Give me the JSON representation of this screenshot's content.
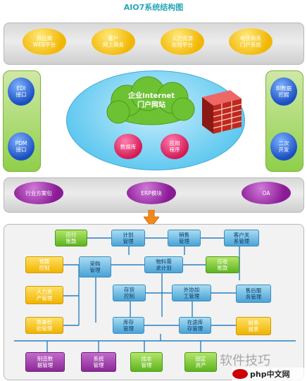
{
  "title": "AIO7系统结构图",
  "top_bubbles": [
    "供应商\nWEB平台",
    "客户\n网上商务",
    "人力资源\n在线平台",
    "电子商务\n门户系统"
  ],
  "left_bubbles": [
    "EDI\n接口",
    "PDM\n接口"
  ],
  "right_bubbles": [
    "BI数据\n挖掘",
    "二次\n开发"
  ],
  "portal": {
    "title": "企业Internet\n门户网站",
    "db": "数据库",
    "app": "应用\n程序"
  },
  "middle_bubbles": [
    "行业方案包",
    "ERP模块",
    "OA"
  ],
  "erp_boxes": {
    "sales_funds": "应付\n账款",
    "plan_mgmt": "计划\n管理",
    "sales_mgmt": "销售\n管理",
    "customer_mgmt": "客户关\n系管理",
    "budget_mgmt": "预算\n控制",
    "purchase_mgmt": "采购\n管理",
    "material_mgmt": "物料需\n求计划",
    "receivable": "应收\n账款",
    "hr_mgmt": "人力资\n产管理",
    "inventory_ctrl": "存货\n控制",
    "outsourcing": "外协加\n工管理",
    "cost_mgmt": "售后服\n务管理",
    "quality_mgmt": "质量检\n验管理",
    "stock_mgmt": "库存\n管理",
    "wip_mgmt": "在途库\n存管理",
    "finance_report": "财务\n报表",
    "mfg_data": "制造数\n据管理",
    "system_mgmt": "系统\n管理",
    "cost_accounting": "成本\n管理",
    "asset_mgmt": "固定\n资产"
  },
  "watermarks": [
    "软件技巧",
    "php中文网"
  ]
}
